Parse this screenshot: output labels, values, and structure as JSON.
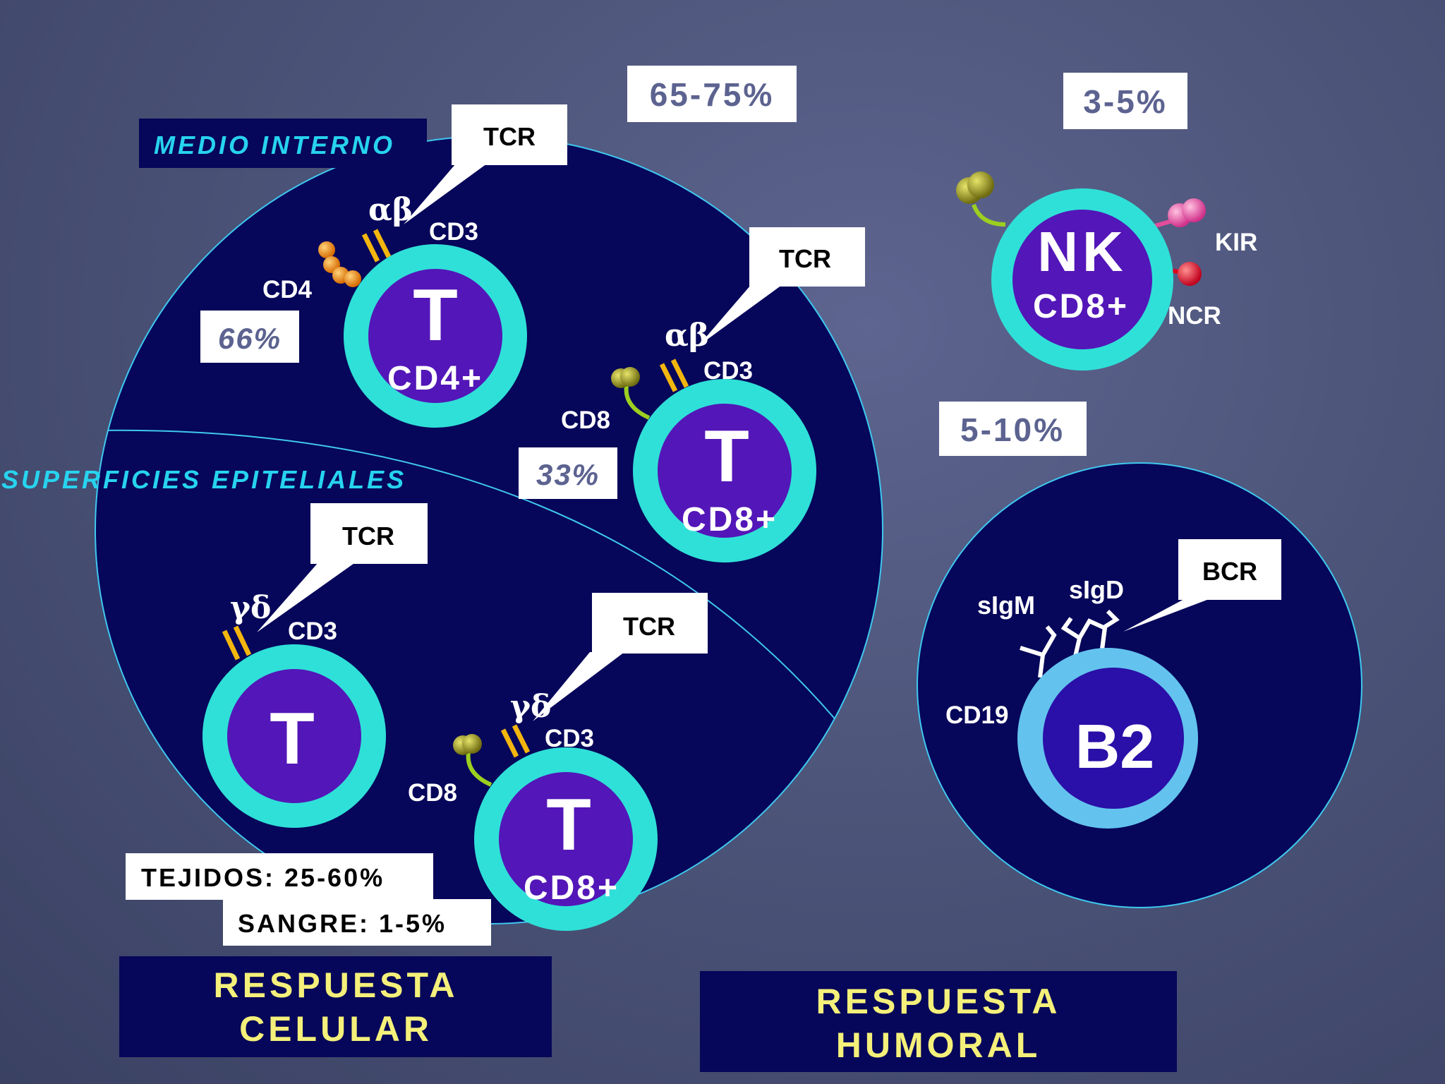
{
  "percentages": {
    "t_cells": "65-75%",
    "nk_cells": "3-5%",
    "b_cells": "5-10%",
    "cd4_share": "66%",
    "cd8_share": "33%",
    "tejidos": "TEJIDOS: 25-60%",
    "sangre": "SANGRE: 1-5%"
  },
  "regions": {
    "medio_interno": "MEDIO INTERNO",
    "superficies": "SUPERFICIES EPITELIALES"
  },
  "cells": {
    "cd4_t": {
      "letter": "T",
      "subtitle": "CD4+"
    },
    "cd8_t_ab": {
      "letter": "T",
      "subtitle": "CD8+"
    },
    "gd_t": {
      "letter": "T"
    },
    "cd8_t_gd": {
      "letter": "T",
      "subtitle": "CD8+"
    },
    "nk": {
      "letter": "NK",
      "subtitle": "CD8+"
    },
    "b2": {
      "letter": "B2"
    }
  },
  "labels": {
    "tcr": "TCR",
    "bcr": "BCR",
    "alpha_beta": "αβ",
    "gamma_delta": "γδ",
    "cd3": "CD3",
    "cd4": "CD4",
    "cd8": "CD8",
    "cd19": "CD19",
    "sigm": "sIgM",
    "sigd": "sIgD",
    "kir": "KIR",
    "ncr": "NCR"
  },
  "responses": {
    "cellular_line1": "RESPUESTA",
    "cellular_line2": "CELULAR",
    "humoral_line1": "RESPUESTA",
    "humoral_line2": "HUMORAL"
  },
  "colors": {
    "navy": "#06065a",
    "cyan_ring": "#2fe0d8",
    "nucleus": "#5316b8",
    "b_ring": "#63c3ee",
    "label_yellow": "#f4f07a",
    "region_cyan": "#27d3ef"
  }
}
